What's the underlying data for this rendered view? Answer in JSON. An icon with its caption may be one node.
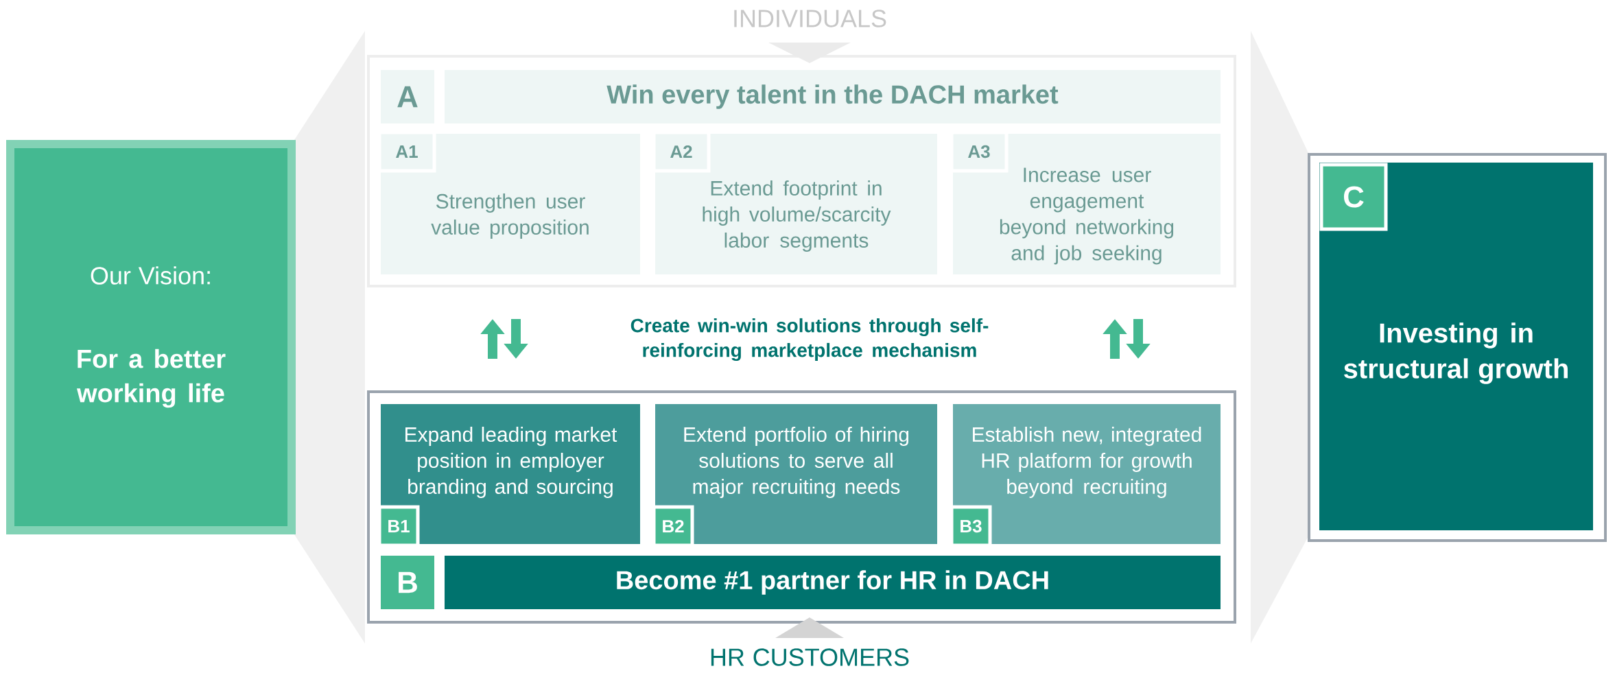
{
  "diagram": {
    "nodes": [
      {
        "text": [
          "Our Vision:",
          "For a better working life"
        ]
      },
      {
        "text": [],
        "shape": "box"
      },
      {
        "text": [
          "A"
        ],
        "in": 1
      },
      {
        "text": [
          "Win every talent in the DACH market"
        ],
        "in": 1
      },
      {
        "text": [
          "A1",
          "Strengthen user value proposition"
        ],
        "in": 1
      },
      {
        "text": [
          "A2",
          "Extend footprint in high volume/scarcity labor segments"
        ],
        "in": 1
      },
      {
        "text": [
          "A3",
          "Increase user engagement beyond networking and job seeking"
        ],
        "in": 1
      },
      {
        "text": [],
        "shape": "box"
      },
      {
        "text": [
          "Expand leading market position in employer branding and sourcing",
          "B1"
        ],
        "in": 7
      },
      {
        "text": [
          "Extend portfolio of hiring solutions to serve all major recruiting needs",
          "B2"
        ],
        "in": 7
      },
      {
        "text": [
          "Establish new, integrated HR platform for growth beyond recruiting",
          "B3"
        ],
        "in": 7
      },
      {
        "text": [
          "B"
        ],
        "in": 7
      },
      {
        "text": [
          "Become #1 partner for HR in DACH"
        ],
        "in": 7
      },
      {
        "text": [],
        "shape": "box"
      },
      {
        "text": [
          "C",
          "Investing in structural growth"
        ],
        "in": 13
      }
    ],
    "edges": [
      {
        "from": 7,
        "to": 1,
        "arrow": "to"
      },
      {
        "from": 1,
        "to": 7,
        "arrow": "to"
      },
      {
        "from": 7,
        "to": 1,
        "arrow": "to"
      },
      {
        "from": 1,
        "to": 7,
        "arrow": "to"
      }
    ],
    "labels": [
      "INDIVIDUALS",
      "Create win-win solutions through self-reinforcing marketplace mechanism",
      "HR CUSTOMERS"
    ]
  }
}
